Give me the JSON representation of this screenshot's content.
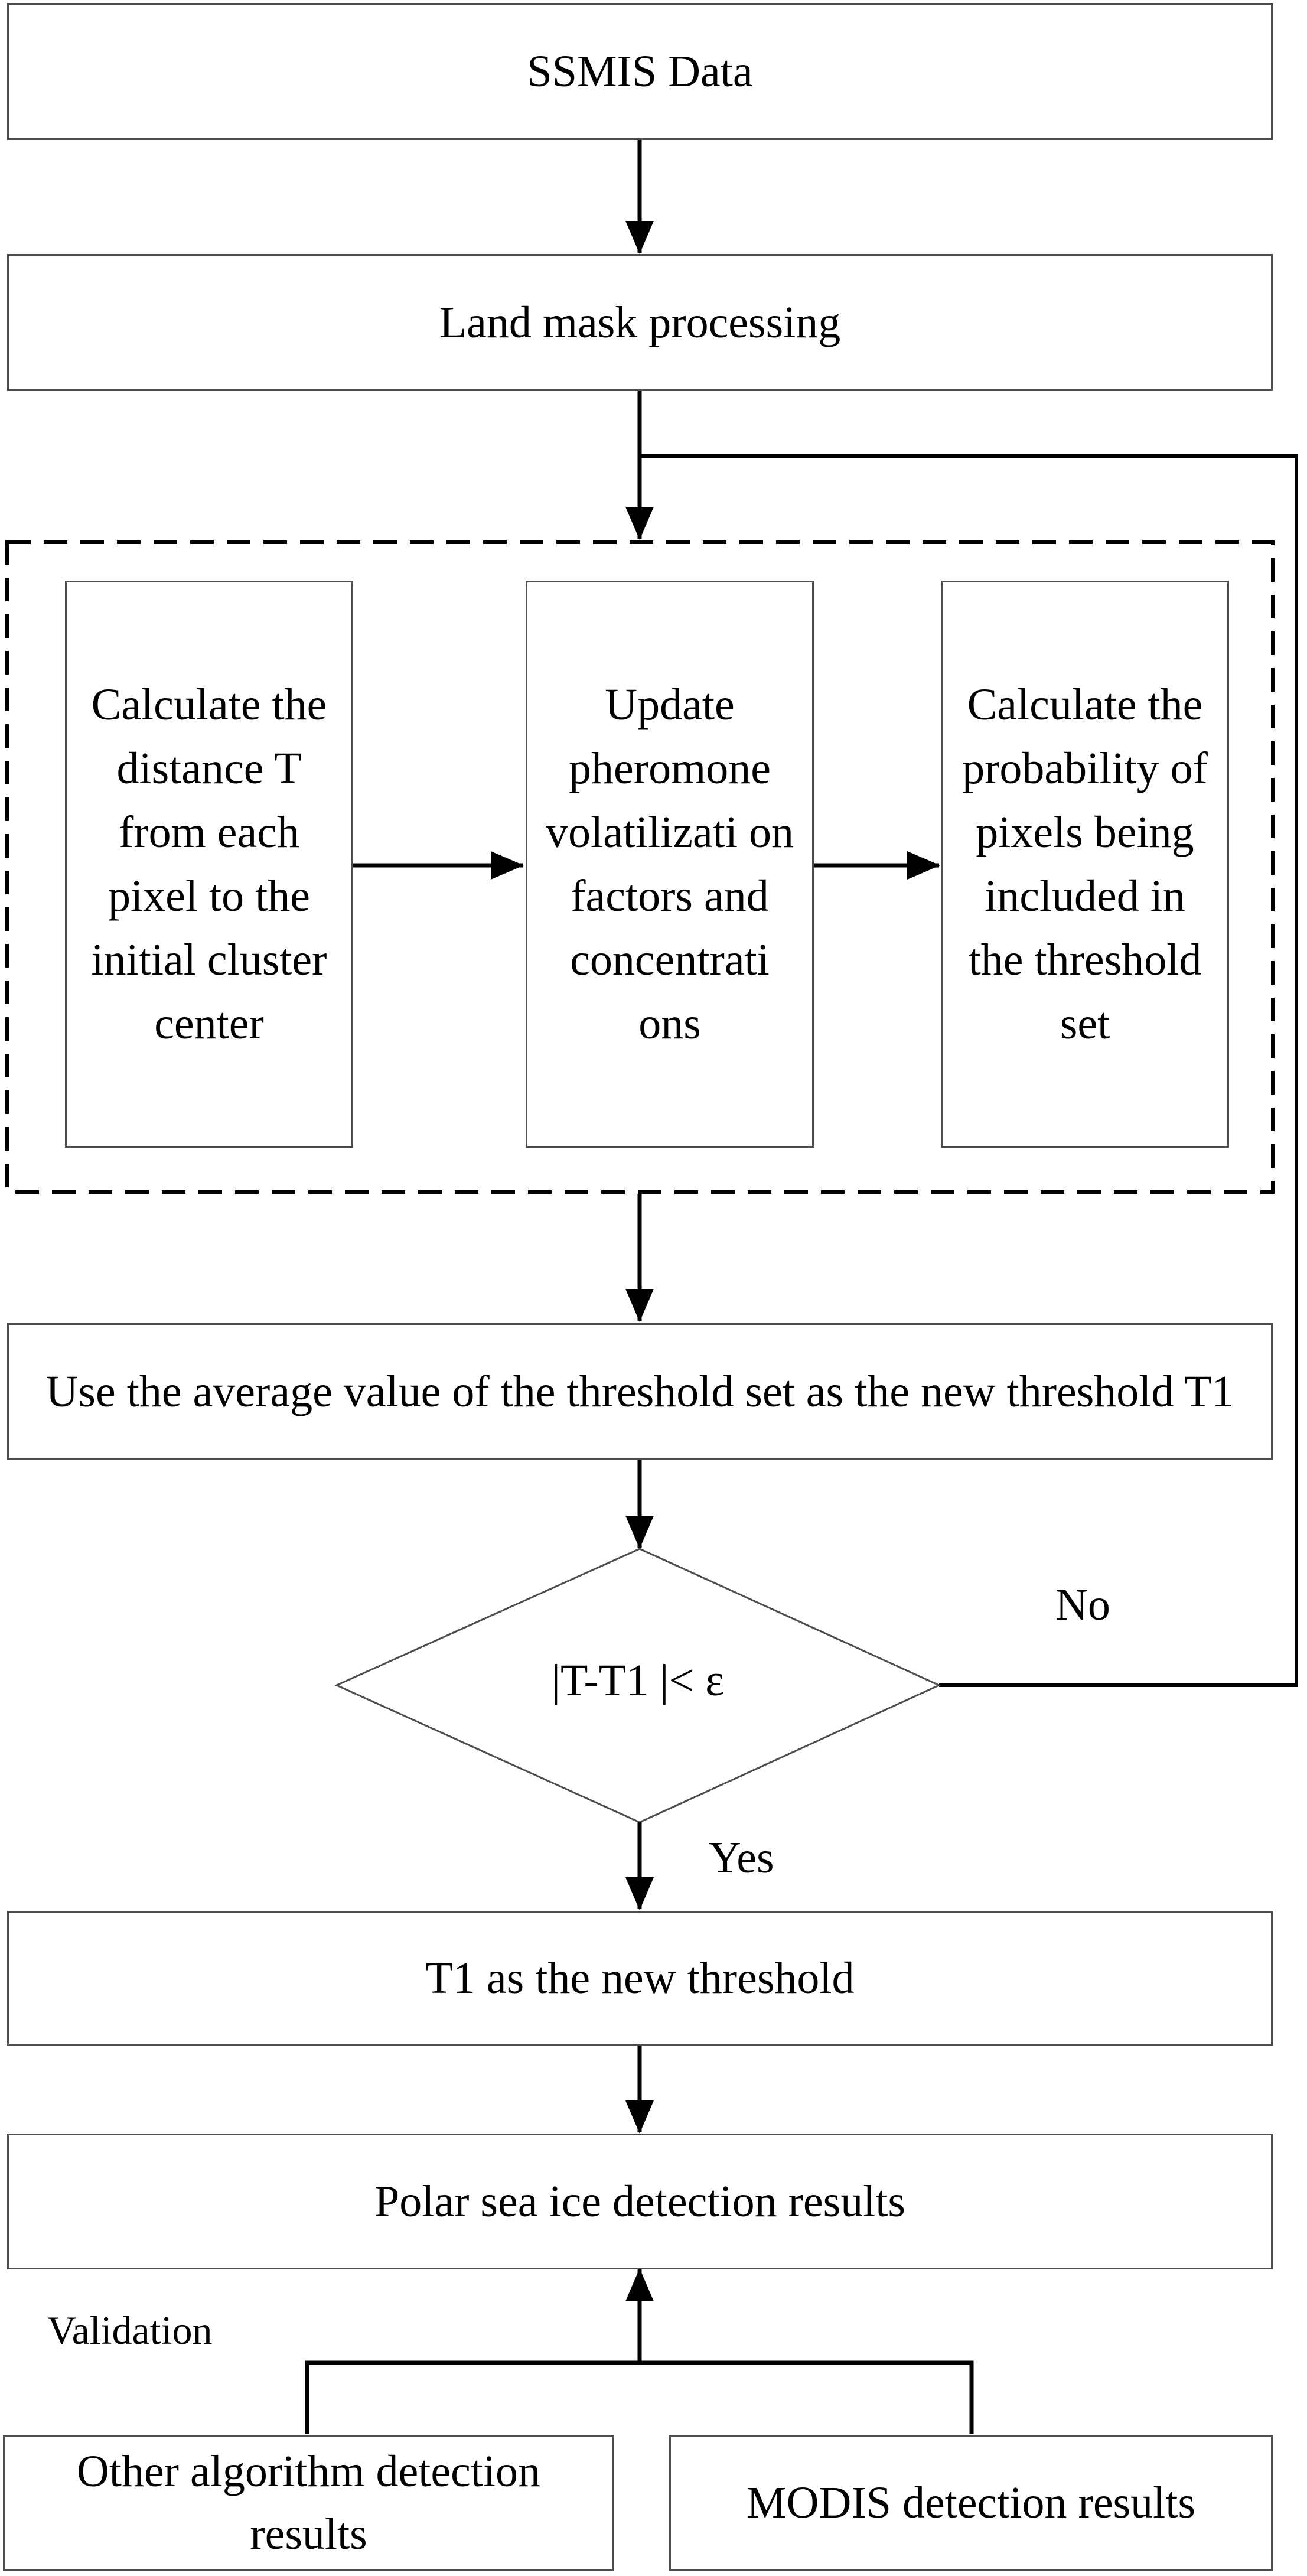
{
  "flowchart": {
    "ssmis_data": "SSMIS Data",
    "land_mask": "Land mask processing",
    "calc_distance": "Calculate the distance T from each pixel to the initial cluster center",
    "update_pheromone": "Update pheromone volatilizati on factors and concentrati ons",
    "calc_probability": "Calculate the probability of pixels being included in the threshold set",
    "average_threshold": "Use the average value of the threshold set as the new threshold T1",
    "condition": "|T-T1 |< ε",
    "no_label": "No",
    "yes_label": "Yes",
    "new_threshold": "T1 as the new threshold",
    "detection_results": "Polar sea ice detection results",
    "validation_label": "Validation",
    "other_algorithm": "Other algorithm detection results",
    "modis_results": "MODIS detection results"
  },
  "colors": {
    "box_border": "#4d4d4d",
    "line": "#000000",
    "text": "#000000",
    "background": "#ffffff"
  }
}
